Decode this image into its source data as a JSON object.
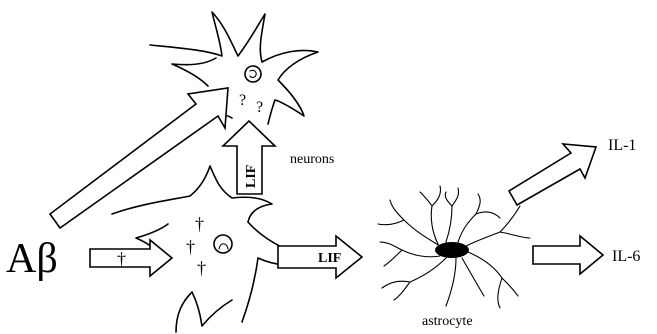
{
  "labels": {
    "abeta": "Aβ",
    "neurons": "neurons",
    "astrocyte": "astrocyte",
    "il1": "IL-1",
    "il6": "IL-6",
    "lif_vertical": "LIF",
    "lif_horizontal": "LIF",
    "question_1": "?",
    "question_2": "?",
    "dagger_symbol": "†"
  },
  "colors": {
    "line": "#000000",
    "background": "#ffffff",
    "astrocyte_body": "#000000"
  }
}
